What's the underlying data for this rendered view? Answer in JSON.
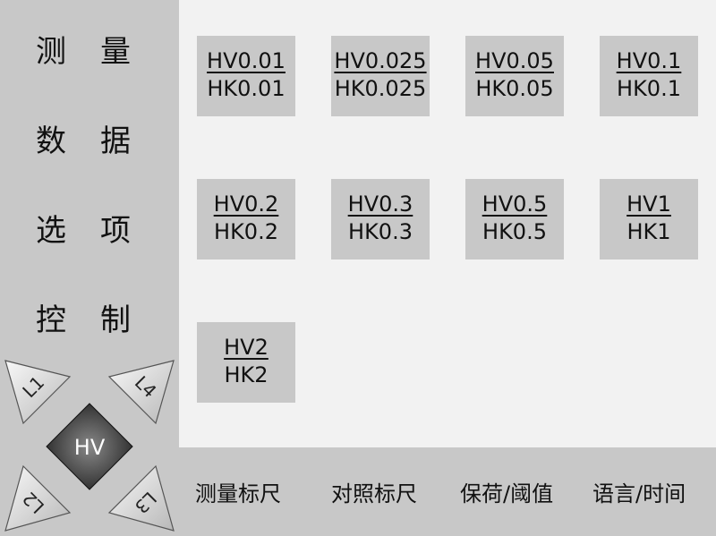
{
  "sidebar": {
    "items": [
      {
        "c1": "测",
        "c2": "量"
      },
      {
        "c1": "数",
        "c2": "据"
      },
      {
        "c1": "选",
        "c2": "项"
      },
      {
        "c1": "控",
        "c2": "制"
      }
    ]
  },
  "scales": [
    {
      "hv": "HV0.01",
      "hk": "HK0.01"
    },
    {
      "hv": "HV0.025",
      "hk": "HK0.025"
    },
    {
      "hv": "HV0.05",
      "hk": "HK0.05"
    },
    {
      "hv": "HV0.1",
      "hk": "HK0.1"
    },
    {
      "hv": "HV0.2",
      "hk": "HK0.2"
    },
    {
      "hv": "HV0.3",
      "hk": "HK0.3"
    },
    {
      "hv": "HV0.5",
      "hk": "HK0.5"
    },
    {
      "hv": "HV1",
      "hk": "HK1"
    },
    {
      "hv": "HV2",
      "hk": "HK2"
    }
  ],
  "nav": {
    "l1": "L1",
    "l2": "L2",
    "l3": "L3",
    "l4": "L4",
    "center": "HV"
  },
  "bottom": {
    "items": [
      "测量标尺",
      "对照标尺",
      "保荷/阈值",
      "语言/时间"
    ]
  }
}
